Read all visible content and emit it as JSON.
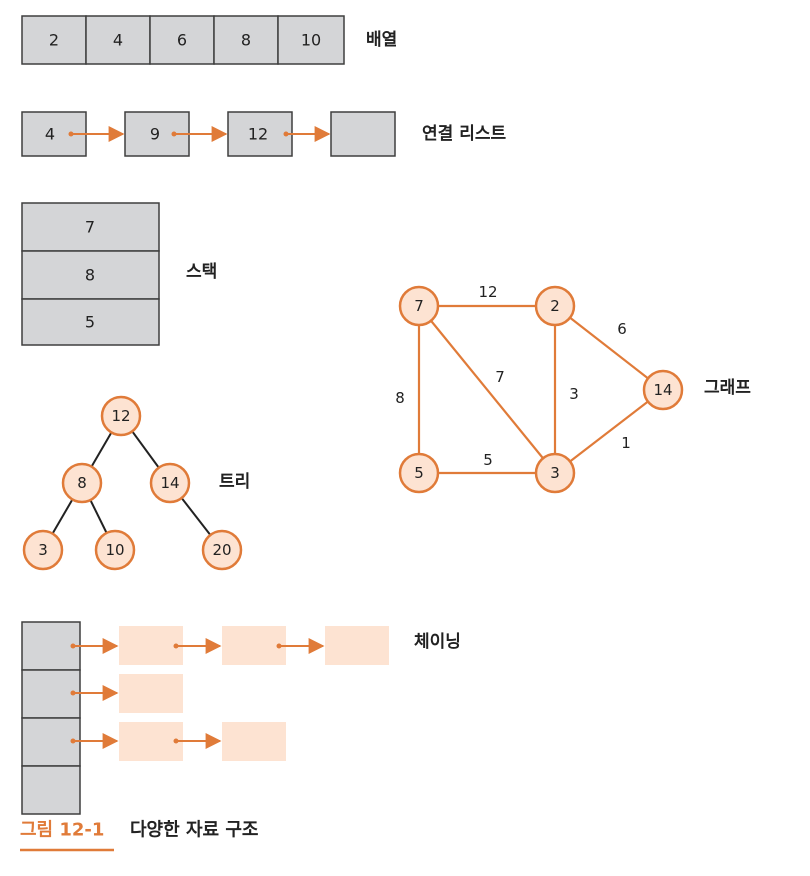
{
  "array": {
    "label": "배열",
    "values": [
      "2",
      "4",
      "6",
      "8",
      "10"
    ]
  },
  "linked_list": {
    "label": "연결 리스트",
    "values": [
      "4",
      "9",
      "12",
      ""
    ]
  },
  "stack": {
    "label": "스택",
    "values": [
      "7",
      "8",
      "5"
    ]
  },
  "tree": {
    "label": "트리",
    "nodes": [
      "12",
      "8",
      "14",
      "3",
      "10",
      "20"
    ]
  },
  "graph": {
    "label": "그래프",
    "nodes": [
      "7",
      "2",
      "14",
      "5",
      "3"
    ],
    "weights": [
      "12",
      "6",
      "7",
      "3",
      "8",
      "5",
      "1"
    ]
  },
  "chaining": {
    "label": "체이닝"
  },
  "caption": {
    "number": "그림 12-1",
    "title": "다양한 자료 구조"
  },
  "colors": {
    "accent": "#e07b39",
    "cell": "#d4d5d7",
    "node_fill": "#fde3d2"
  }
}
